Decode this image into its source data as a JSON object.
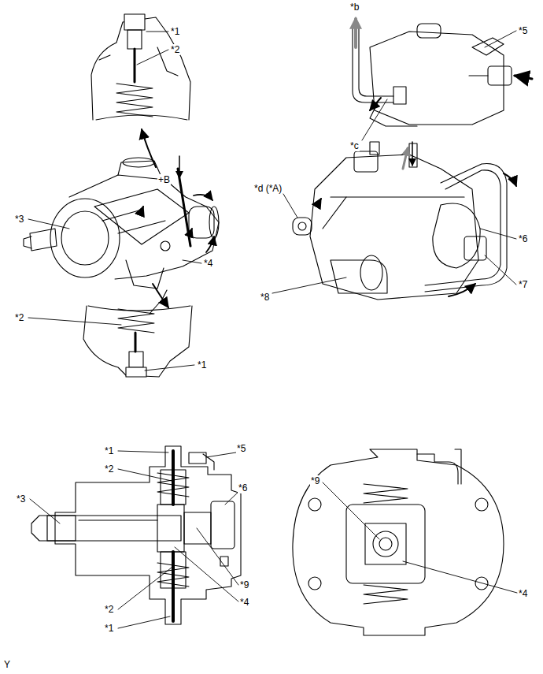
{
  "diagram": {
    "labels": [
      "*1",
      "*2",
      "+B",
      "*3",
      "*4",
      "*2",
      "*1",
      "*b",
      "*5",
      "*c",
      "*d (*A)",
      "*6",
      "*7",
      "*8",
      "*1",
      "*5",
      "*2",
      "*6",
      "*3",
      "*9",
      "*4",
      "*2",
      "*1",
      "*9",
      "*4",
      "Y"
    ]
  }
}
